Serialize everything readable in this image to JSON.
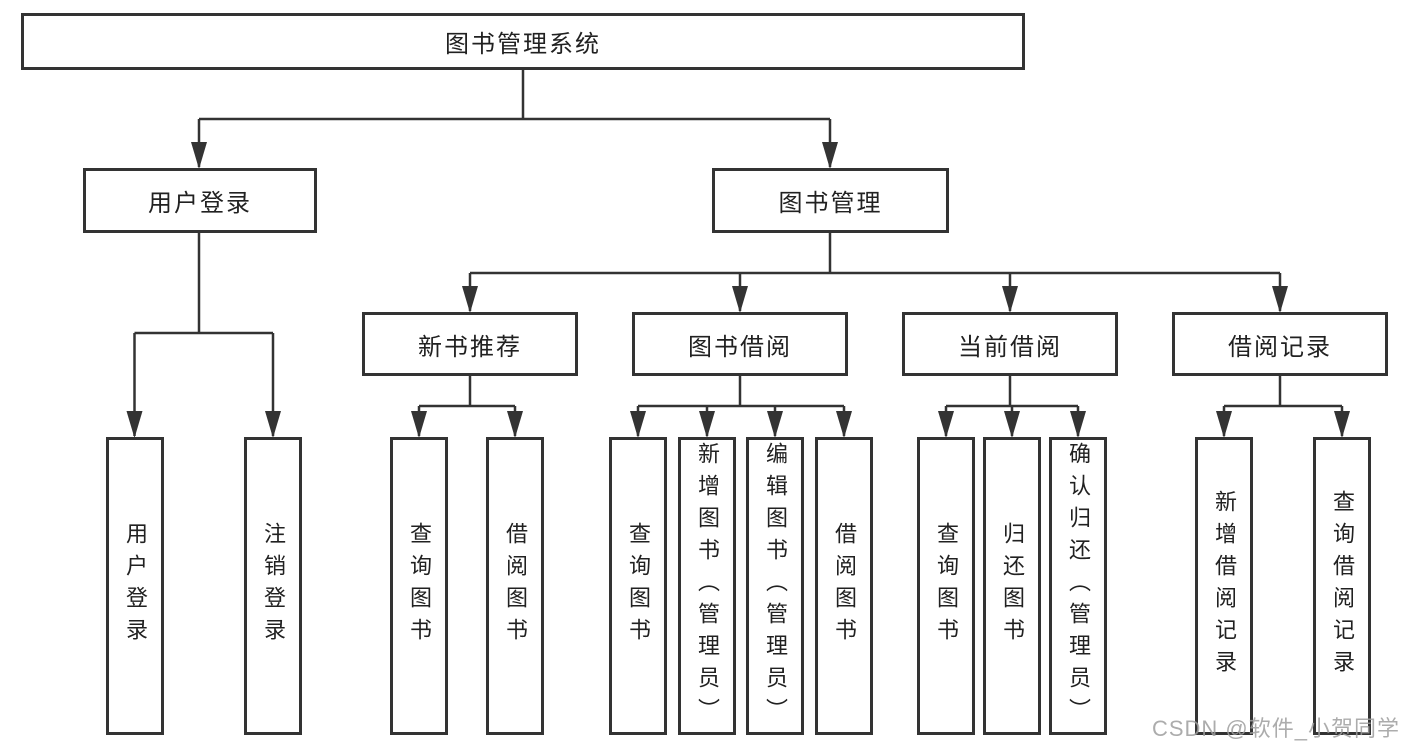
{
  "tree": {
    "root": {
      "label": "图书管理系统"
    },
    "branches": [
      {
        "label": "用户登录",
        "children": [
          {
            "label": "用户登录"
          },
          {
            "label": "注销登录"
          }
        ]
      },
      {
        "label": "图书管理",
        "children": [
          {
            "label": "新书推荐",
            "children": [
              {
                "label": "查询图书"
              },
              {
                "label": "借阅图书"
              }
            ]
          },
          {
            "label": "图书借阅",
            "children": [
              {
                "label": "查询图书"
              },
              {
                "label": "新增图书（管理员）"
              },
              {
                "label": "编辑图书（管理员）"
              },
              {
                "label": "借阅图书"
              }
            ]
          },
          {
            "label": "当前借阅",
            "children": [
              {
                "label": "查询图书"
              },
              {
                "label": "归还图书"
              },
              {
                "label": "确认归还（管理员）"
              }
            ]
          },
          {
            "label": "借阅记录",
            "children": [
              {
                "label": "新增借阅记录"
              },
              {
                "label": "查询借阅记录"
              }
            ]
          }
        ]
      }
    ]
  },
  "watermark": {
    "text": "CSDN @软件_小贺同学"
  },
  "colors": {
    "line": "#333333",
    "box_border": "#333333",
    "box_fill": "#ffffff",
    "label_text": "#212121",
    "watermark_text": "#9e9e9e",
    "background": "#ffffff"
  }
}
